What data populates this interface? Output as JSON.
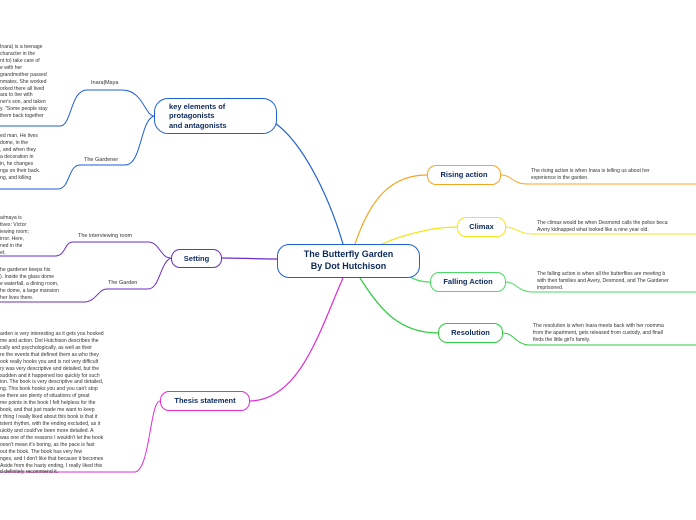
{
  "central": {
    "title_line1": "The Butterfly Garden",
    "title_line2": "By Dot Hutchison"
  },
  "left": {
    "key_elements": {
      "label_line1": "key elements of",
      "label_line2": "protagonists",
      "label_line3": "and antagonists",
      "subtopics": [
        {
          "label": "Inara|Maya",
          "note": [
            "Inara) is a teenage",
            "character in the",
            "nt to) take care of",
            "e with her",
            "grandmother passed",
            "nmates. She worked",
            "orked there all lived",
            "ara to live with",
            "ner's son, and taken",
            "y. \"Some people stay",
            "them back together"
          ]
        },
        {
          "label": "The Gardener",
          "note": [
            "ed man. He lives",
            "dome, in the",
            ", and when they",
            "a decoration in",
            "in, he changes",
            "ngs on their back.",
            "ng, and killing"
          ]
        }
      ]
    },
    "setting": {
      "label": "Setting",
      "subtopics": [
        {
          "label": "The interviewing room",
          "note": [
            "a/maya is",
            "tives: Victor",
            "iewing room;",
            "irror. Here,",
            "ned in the",
            "et."
          ]
        },
        {
          "label": "The Garden",
          "note": [
            "he gardener keeps his",
            "). Inside the glass dome",
            "e waterfall, a dining room,",
            "he dome, a large mansion",
            "her lives there."
          ]
        }
      ]
    },
    "thesis": {
      "label": "Thesis statement",
      "note": [
        "arden is very interesting as it gets you hooked",
        "me and action. Dot Hutchison describes the",
        "cally and psychologically, as well as their",
        "re the events that defined them as who they",
        "ook really hooks you and is not very difficult",
        "ry was very descriptive and detailed, but the",
        "sudden and it happened too quickly for such",
        "ion. The book is very descriptive and detailed,",
        "ng. This book hooks you and you can't stop",
        "se there are plenty of situations of great",
        "me points in the book I felt helpless for the",
        "book, and that just made me want to keep",
        "r thing I really liked about this book is that it",
        "istent rhythm, with the ending excluded, as it",
        "uickly and could've been more detailed. A",
        "was one of the reasons I wouldn't let the book",
        "oesn't mean it's boring, as the pace is fast",
        "out the book. The book has very few",
        "nges, and I don't like that because it becomes",
        "Aside from the hasty ending, I really liked this",
        "d definitely recommend it."
      ]
    }
  },
  "right": [
    {
      "label": "Rising action",
      "color": "#f5a623",
      "note": [
        "The rising action is when Inara is telling us about her",
        "experience in the garden."
      ]
    },
    {
      "label": "Climax",
      "color": "#f2e61a",
      "note": [
        "The climax would be when Desmond calls the police beca",
        "Avery kidnapped what looked like a nine year old."
      ]
    },
    {
      "label": "Falling Action",
      "color": "#4cd964",
      "note": [
        "The falling action is when all the butterflies are meeting b",
        "with their families and Avery, Desmond, and The Gardener",
        "imprisoned."
      ]
    },
    {
      "label": "Resolution",
      "color": "#2ecc40",
      "note": [
        "The resolution is when Inara meets back with her roomma",
        "from the apartment, gets released from custody, and finall",
        "finds the little girl's family."
      ]
    }
  ],
  "colors": {
    "key_elements": "#1f5fd6",
    "setting": "#6a2ec9",
    "thesis": "#e02bd8",
    "central": "#1f5fd6"
  }
}
